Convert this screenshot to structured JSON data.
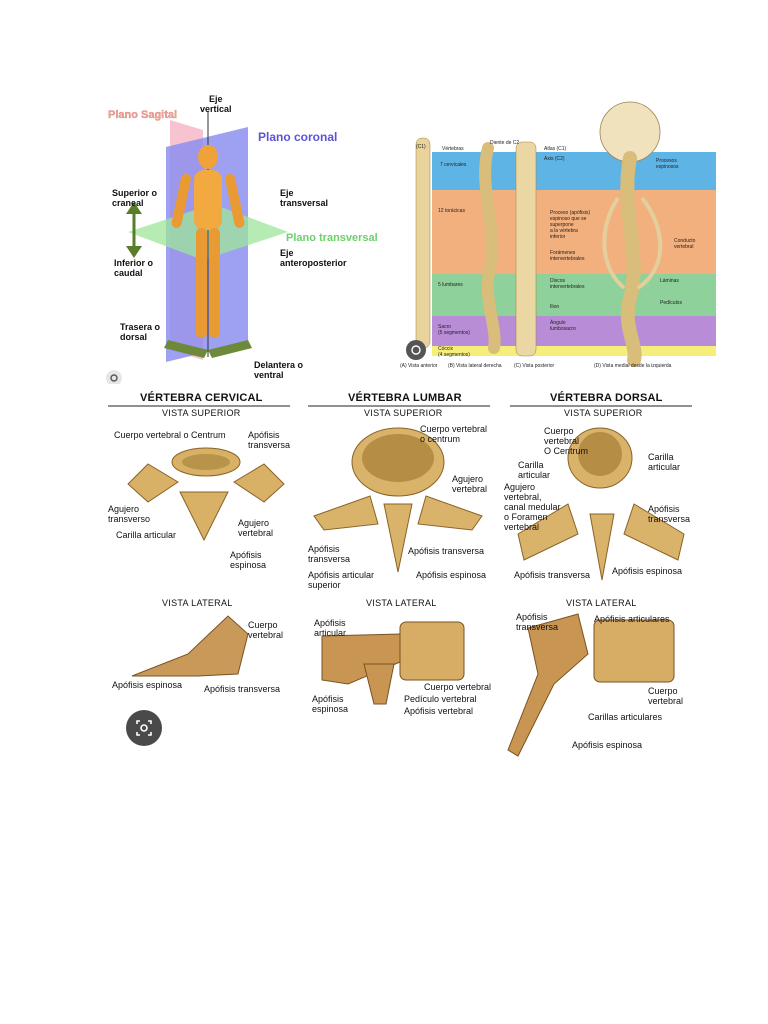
{
  "planes_panel": {
    "plano_sagital": "Plano Sagital",
    "eje_vertical": "Eje\nvertical",
    "plano_coronal": "Plano coronal",
    "superior_craneal": "Superior o\ncraneal",
    "eje_transversal": "Eje\ntransversal",
    "plano_transversal": "Plano transversal",
    "inferior_caudal": "Inferior o\ncaudal",
    "eje_anteroposterior": "Eje\nanteroposterior",
    "trasera_dorsal": "Trasera o\ndorsal",
    "delantera_ventral": "Delantera o\nventral"
  },
  "spine_panel": {
    "colors": {
      "cervical": "#5fb4e6",
      "thoracic": "#f3b07f",
      "lumbar": "#8fd19a",
      "sacral": "#b88cd6",
      "coccyx": "#f5ee7a"
    },
    "labels": [
      "(C1)",
      "Vértebras",
      "Diente de C2",
      "Atlas (C1)",
      "Axis (C2)",
      "7 cervicales",
      "12 torácicas",
      "5 lumbares",
      "Sacro\n(5 segmentos)",
      "Cóccix\n(4 segmentos)",
      "Proceso (apófisis)\nespinoso que se\nsuperpone\na la vértebra\ninferior",
      "Forámenes\nintervertebrales",
      "Discos\nintervertebrales",
      "Ilion",
      "Ángulo\nlumbosacro",
      "Conducto\nvertebral",
      "Procesos\nespinosos",
      "Láminas",
      "Pedículos"
    ],
    "captions": [
      "(A) Vista anterior",
      "(B) Vista lateral derecha",
      "(C) Vista posterior",
      "(D) Vista medial desde la izquierda"
    ]
  },
  "vertebrae_panel": {
    "cervical": {
      "title": "VÉRTEBRA CERVICAL",
      "superior": "VISTA SUPERIOR",
      "lateral": "VISTA LATERAL",
      "sup_labels": [
        "Cuerpo vertebral o Centrum",
        "Apófisis\ntransversa",
        "Agujero\ntransverso",
        "Carilla articular",
        "Agujero\nvertebral",
        "Apófisis\nespinosa"
      ],
      "lat_labels": [
        "Cuerpo\nvertebral",
        "Apófisis espinosa",
        "Apófisis transversa"
      ]
    },
    "lumbar": {
      "title": "VÉRTEBRA LUMBAR",
      "superior": "VISTA SUPERIOR",
      "lateral": "VISTA LATERAL",
      "sup_labels": [
        "Cuerpo vertebral\no centrum",
        "Agujero\nvertebral",
        "Apófisis\ntransversa",
        "Apófisis transversa",
        "Apófisis articular\nsuperior",
        "Apófisis espinosa"
      ],
      "lat_labels": [
        "Apófisis\narticular",
        "Apófisis\nespinosa",
        "Cuerpo vertebral",
        "Pedículo vertebral",
        "Apófisis vertebral"
      ]
    },
    "dorsal": {
      "title": "VÉRTEBRA DORSAL",
      "superior": "VISTA SUPERIOR",
      "lateral": "VISTA LATERAL",
      "sup_labels": [
        "Cuerpo\nvertebral\nO Centrum",
        "Carilla\narticular",
        "Carilla\narticular",
        "Agujero\nvertebral,\ncanal medular\no Foramen\nvertebral",
        "Apófisis\ntransversa",
        "Apófisis transversa",
        "Apófisis espinosa"
      ],
      "lat_labels": [
        "Apófisis\ntransversa",
        "Apófisis articulares",
        "Cuerpo\nvertebral",
        "Carillas articulares",
        "Apófisis espinosa"
      ]
    }
  }
}
